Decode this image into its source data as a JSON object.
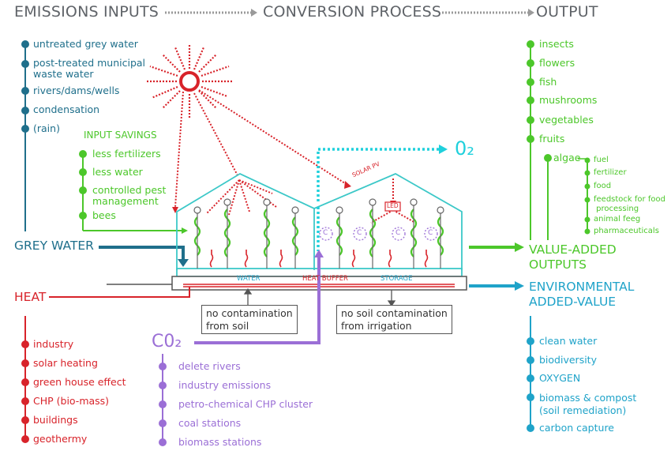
{
  "header": {
    "inputs": "EMISSIONS INPUTS",
    "process": "CONVERSION PROCESS",
    "output": "OUTPUT"
  },
  "water_inputs": [
    "untreated grey water",
    "post-treated municipal waste water",
    "rivers/dams/wells",
    "condensation",
    "(rain)"
  ],
  "input_savings": {
    "title": "INPUT SAVINGS",
    "items": [
      "less fertilizers",
      "less water",
      "controlled pest management",
      "bees"
    ]
  },
  "grey_water": "GREY WATER",
  "heat": "HEAT",
  "heat_sources": [
    "industry",
    "solar heating",
    "green house effect",
    "CHP (bio-mass)",
    "buildings",
    "geothermy"
  ],
  "co2": "C0₂",
  "co2_sources": [
    "delete rivers",
    "industry emissions",
    "petro-chemical CHP cluster",
    "coal stations",
    "biomass stations"
  ],
  "o2": "0₂",
  "greenhouse": {
    "solar_pv": "SOLAR PV",
    "led": "LED",
    "co2_mark": "C",
    "water": "WATER",
    "heat_buffer": "HEAT BUFFER",
    "storage": "STORAGE"
  },
  "boxes": {
    "soil": "no contamination\nfrom soil",
    "irrigation": "no soil contamination\nfrom irrigation"
  },
  "outputs": [
    "insects",
    "flowers",
    "fish",
    "mushrooms",
    "vegetables",
    "fruits"
  ],
  "algae": {
    "label": "algae",
    "items": [
      "fuel",
      "fertilizer",
      "food",
      "feedstock for food\n processing",
      "animal feeg",
      "pharmaceuticals"
    ]
  },
  "value_added": "VALUE-ADDED\nOUTPUTS",
  "environmental": "ENVIRONMENTAL\nADDED-VALUE",
  "env_items": [
    "clean water",
    "biodiversity",
    "OXYGEN",
    "biomass & compost\n(soil remediation)",
    "carbon capture"
  ],
  "colors": {
    "blue": "#1f6f8b",
    "green": "#4cc72a",
    "red": "#d8232a",
    "purple": "#9b6fd6",
    "cyan": "#1fa3c9",
    "greenhouse": "#3cc8c8",
    "header_grey": "#5f6368"
  }
}
